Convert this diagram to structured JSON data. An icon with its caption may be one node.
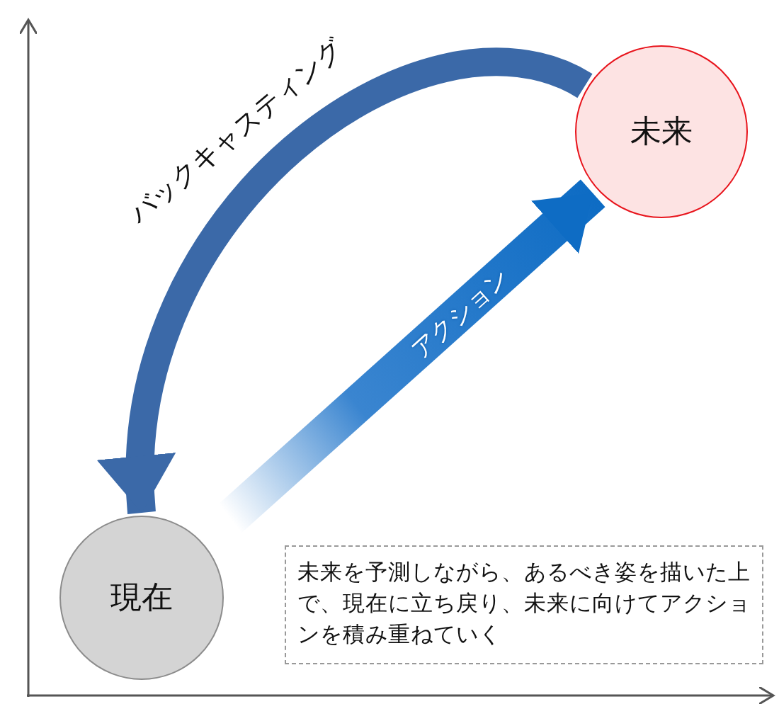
{
  "diagram": {
    "nodes": [
      {
        "text": [
          "現在"
        ]
      },
      {
        "text": [
          "未来"
        ]
      },
      {
        "text": [
          "未来を予測しながら、あるべき姿を描いた上で、現在に立ち戻り、未来に向けてアクションを積み重ねていく"
        ]
      }
    ],
    "edges": [
      {
        "from": 1,
        "to": 0,
        "arrow": "to",
        "label": "バックキャスティング"
      },
      {
        "from": 0,
        "to": 1,
        "arrow": "to",
        "label": "アクション"
      }
    ]
  }
}
